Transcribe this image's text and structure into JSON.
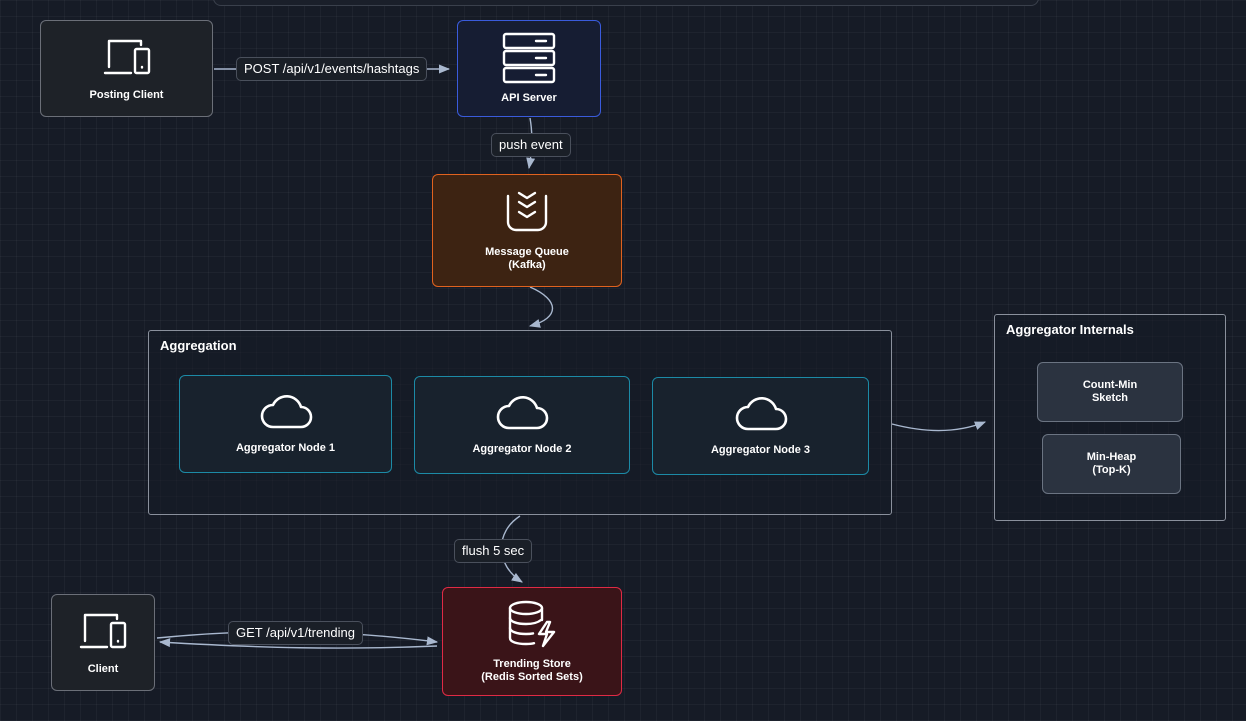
{
  "nodes": {
    "posting_client": {
      "label": "Posting Client",
      "icon": "devices-icon"
    },
    "api_server": {
      "label": "API Server",
      "icon": "server-icon"
    },
    "message_queue": {
      "label": "Message Queue\n(Kafka)",
      "icon": "queue-icon"
    },
    "aggregator_1": {
      "label": "Aggregator Node 1",
      "icon": "cloud-icon"
    },
    "aggregator_2": {
      "label": "Aggregator Node 2",
      "icon": "cloud-icon"
    },
    "aggregator_3": {
      "label": "Aggregator Node 3",
      "icon": "cloud-icon"
    },
    "trending_store": {
      "label": "Trending Store\n(Redis Sorted Sets)",
      "icon": "database-bolt-icon"
    },
    "client": {
      "label": "Client",
      "icon": "devices-icon"
    },
    "count_min": {
      "label": "Count-Min\nSketch"
    },
    "min_heap": {
      "label": "Min-Heap\n(Top-K)"
    }
  },
  "groups": {
    "aggregation": {
      "title": "Aggregation"
    },
    "internals": {
      "title": "Aggregator Internals"
    }
  },
  "edges": {
    "post_label": "POST /api/v1/events/hashtags",
    "push_label": "push event",
    "flush_label": "flush 5 sec",
    "get_label": "GET /api/v1/trending"
  },
  "colors": {
    "background": "#161b26",
    "client_border": "#6b6f78",
    "api_border": "#3a5bdc",
    "queue_border": "#e0621f",
    "aggregator_border": "#1c8aa6",
    "store_border": "#e02a45",
    "edge": "#a9b8cf"
  }
}
